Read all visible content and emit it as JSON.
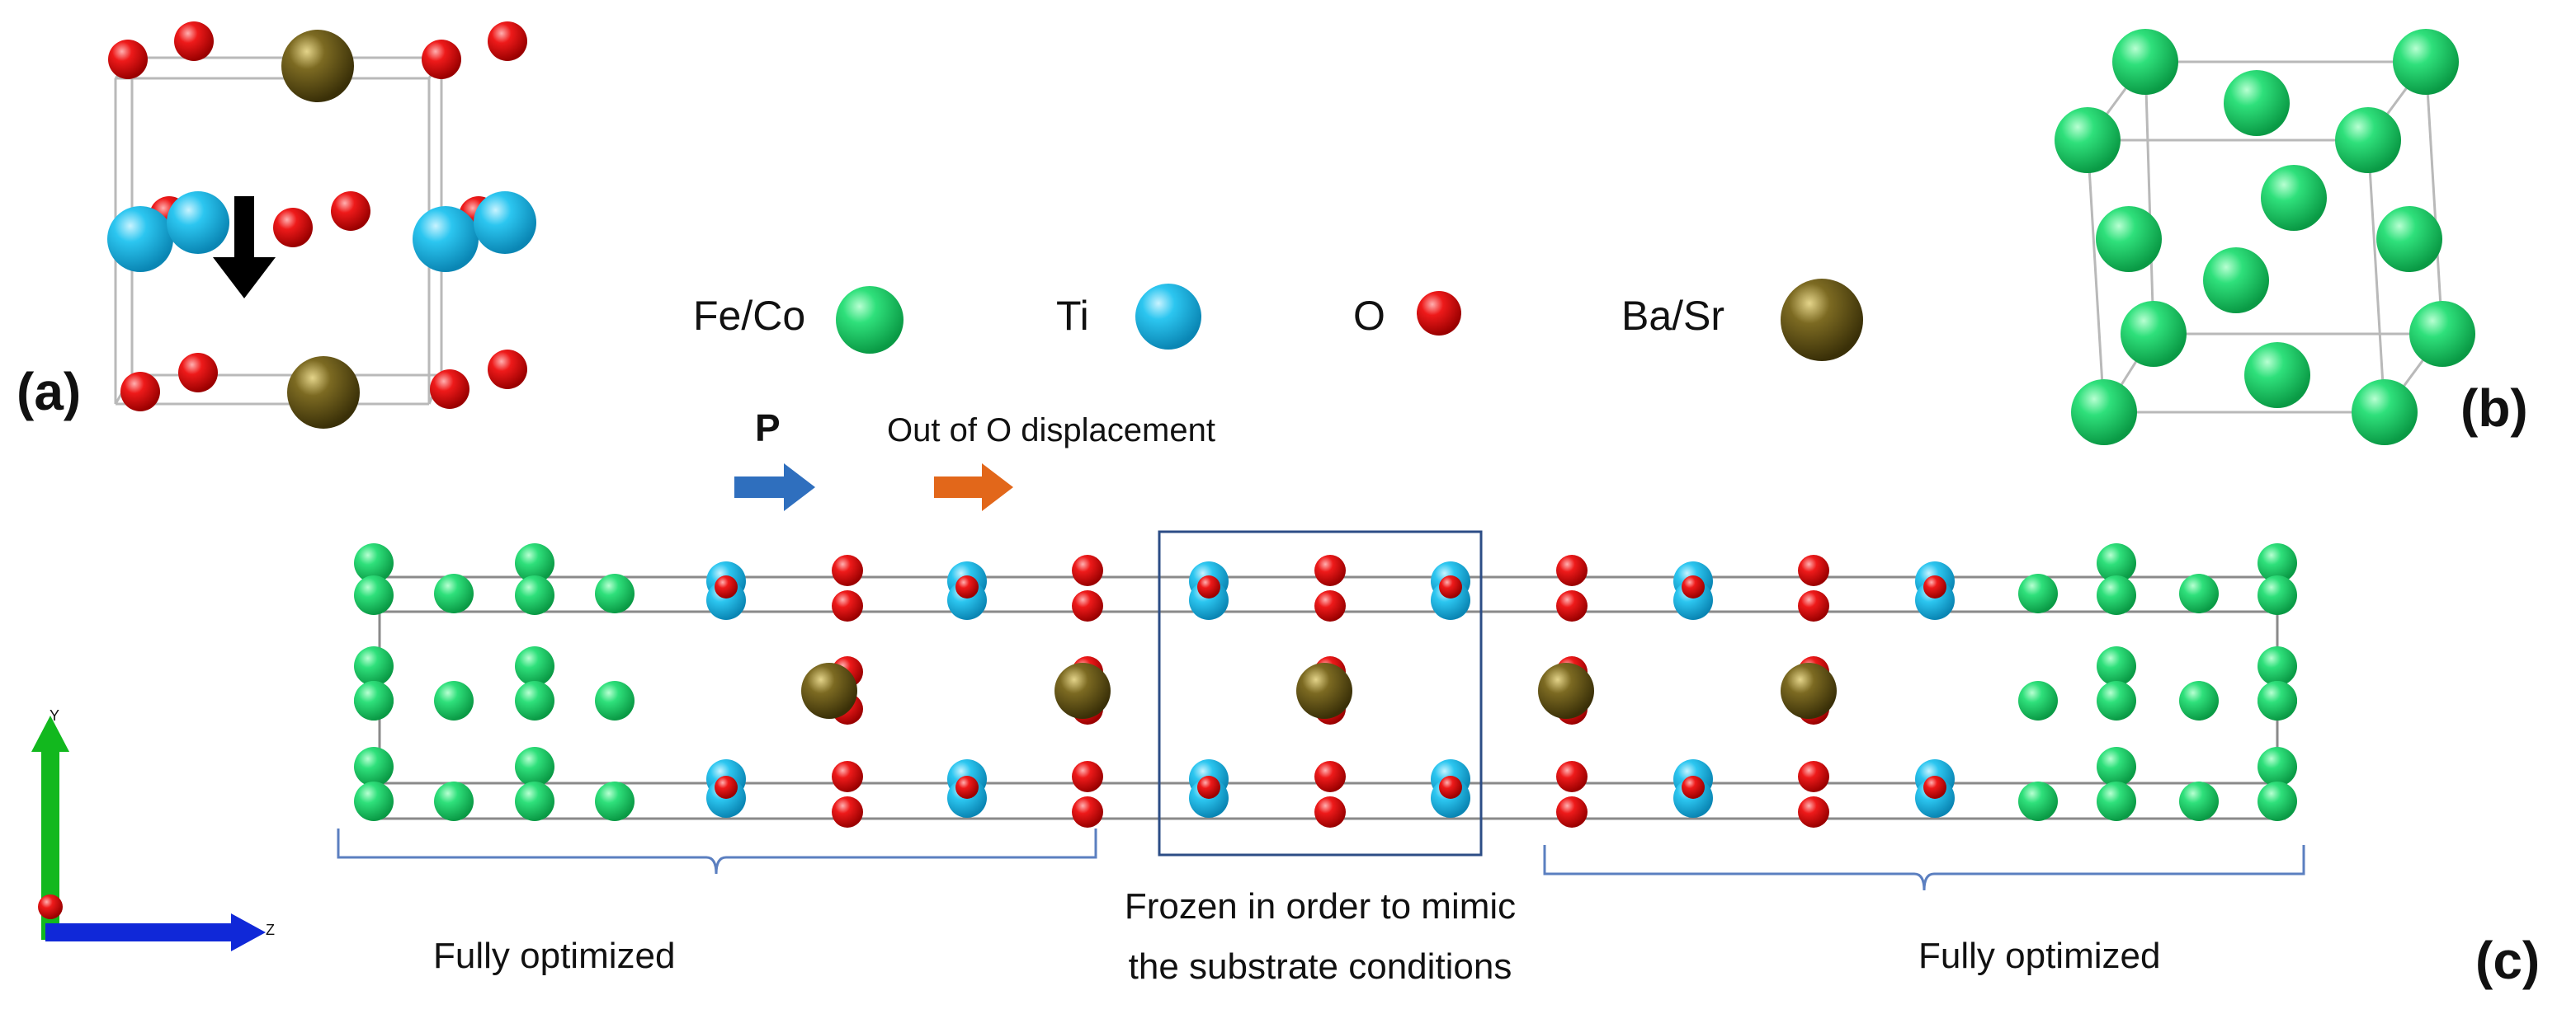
{
  "panels": {
    "a": "(a)",
    "b": "(b)",
    "c": "(c)"
  },
  "legend": [
    {
      "label": "Fe/Co",
      "atom": "green"
    },
    {
      "label": "Ti",
      "atom": "cyan"
    },
    {
      "label": "O",
      "atom": "red"
    },
    {
      "label": "Ba/Sr",
      "atom": "brown"
    }
  ],
  "arrows": {
    "polarization": "P",
    "o_displacement": "Out of O displacement"
  },
  "annotations": {
    "left_region": "Fully optimized",
    "center_region_line1": "Frozen in order to mimic",
    "center_region_line2": "the substrate conditions",
    "right_region": "Fully optimized"
  },
  "axes": {
    "y": "Y",
    "z": "Z"
  },
  "colors": {
    "fe_co": "#1bd36a",
    "ti": "#1eb8e6",
    "o": "#e01010",
    "ba_sr": "#6b5a1c",
    "p_arrow": "#2f6fbe",
    "o_arrow": "#e2671a",
    "bracket": "#5b7fc0",
    "box": "#2c4d86"
  },
  "chain_columns": [
    "green-stack",
    "green",
    "green-stack",
    "green",
    "ti",
    "o",
    "ti",
    "o",
    "ti",
    "o",
    "ti",
    "o",
    "ti",
    "o",
    "ti",
    "green",
    "green-stack",
    "green",
    "green-stack"
  ]
}
